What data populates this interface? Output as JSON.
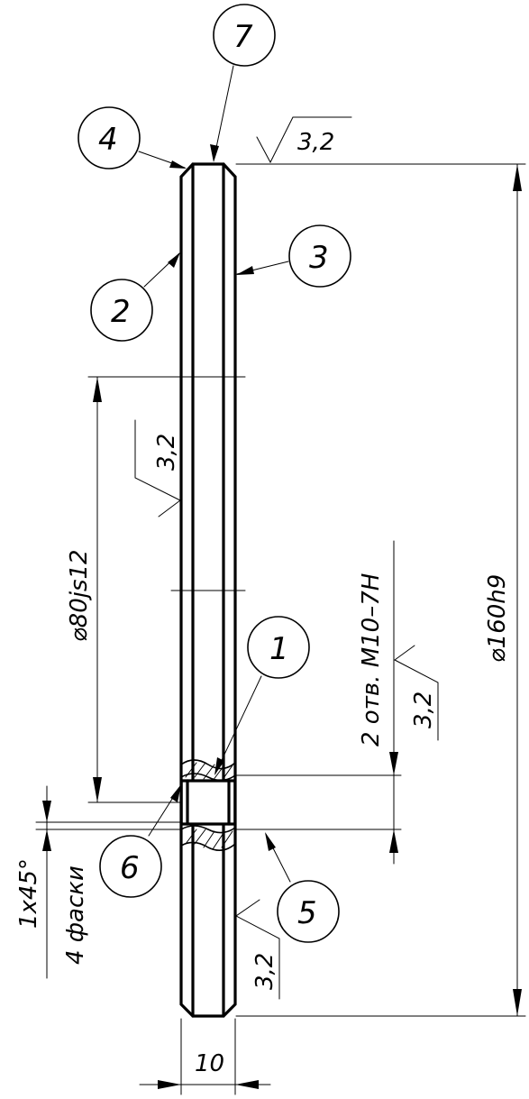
{
  "balloons": [
    "1",
    "2",
    "3",
    "4",
    "5",
    "6",
    "7"
  ],
  "dimensions": {
    "inner_diameter": "⌀80js12",
    "outer_diameter": "⌀160h9",
    "thickness": "10"
  },
  "roughness": [
    "3,2",
    "3,2",
    "3,2",
    "3,2"
  ],
  "notes": {
    "holes": "2 отв. M10–7H",
    "chamfer_size": "1x45°",
    "chamfer_count": "4 фаски"
  }
}
